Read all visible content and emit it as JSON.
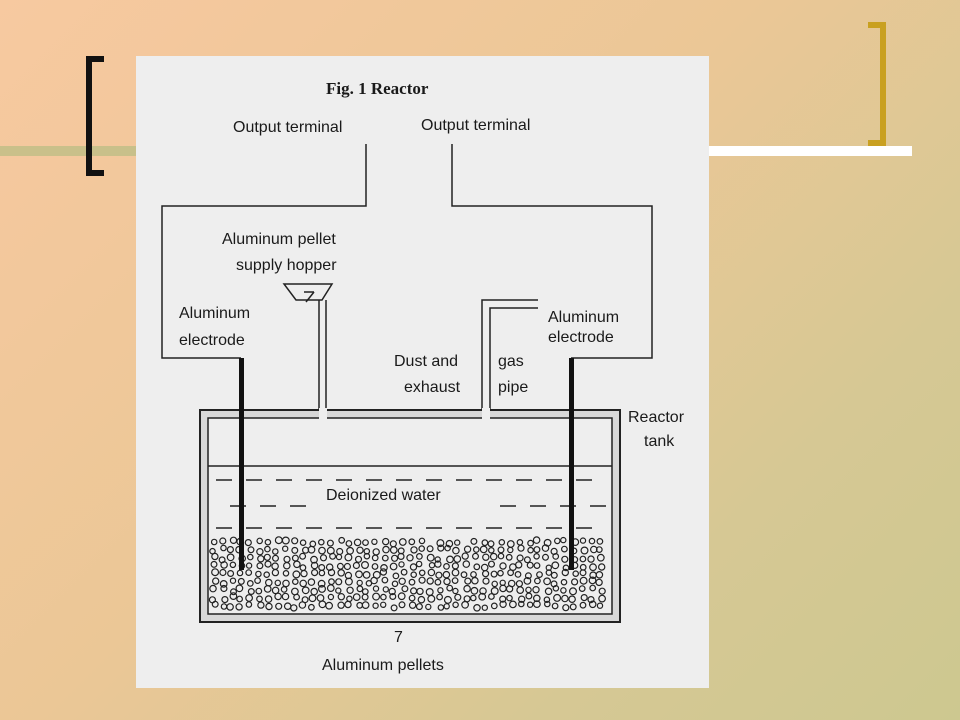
{
  "slide": {
    "accent_color": "#c9a020",
    "bracket_left_color": "#111111",
    "line_color": "#c9c08a"
  },
  "figure": {
    "title": "Fig. 1   Reactor",
    "labels": {
      "output_terminal_left": "Output terminal",
      "output_terminal_right": "Output terminal",
      "hopper_line1": "Aluminum pellet",
      "hopper_line2": "supply hopper",
      "electrode_left_line1": "Aluminum",
      "electrode_left_line2": "electrode",
      "electrode_right_line1": "Aluminum",
      "electrode_right_line2": "electrode",
      "exhaust_line1a": "Dust and",
      "exhaust_line1b": "gas",
      "exhaust_line2a": "exhaust",
      "exhaust_line2b": "pipe",
      "tank_line1": "Reactor",
      "tank_line2": "tank",
      "water": "Deionized water",
      "pellets": "Aluminum pellets",
      "pellet_marker": "7"
    }
  }
}
